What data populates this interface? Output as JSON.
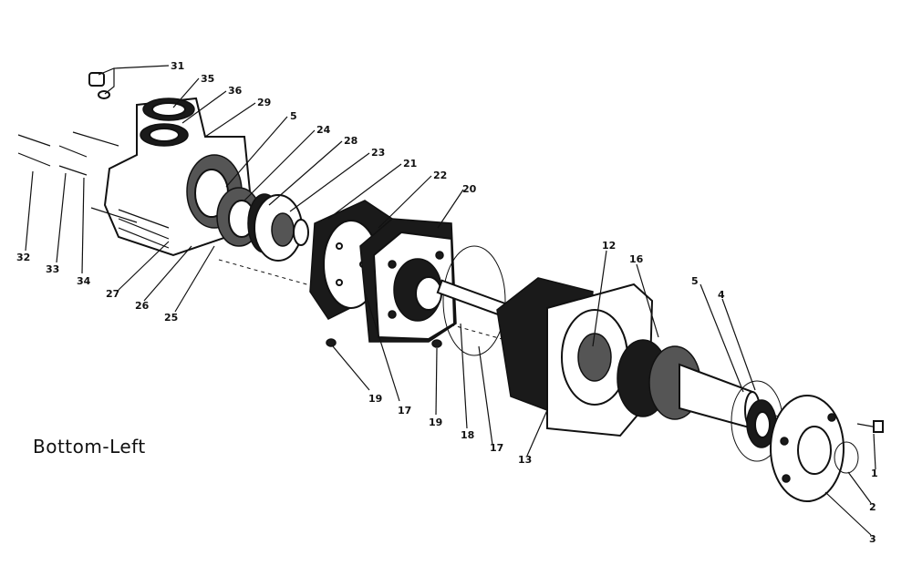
{
  "caption": "Bottom-Left",
  "callouts": {
    "c31": "31",
    "c35": "35",
    "c36": "36",
    "c29": "29",
    "c5a": "5",
    "c24": "24",
    "c28": "28",
    "c23": "23",
    "c21": "21",
    "c22": "22",
    "c20": "20",
    "c12": "12",
    "c16": "16",
    "c5b": "5",
    "c4": "4",
    "c32": "32",
    "c33": "33",
    "c34": "34",
    "c27": "27",
    "c26": "26",
    "c25": "25",
    "c19a": "19",
    "c17a": "17",
    "c19b": "19",
    "c18": "18",
    "c17b": "17",
    "c13": "13",
    "c1": "1",
    "c2": "2",
    "c3": "3"
  }
}
